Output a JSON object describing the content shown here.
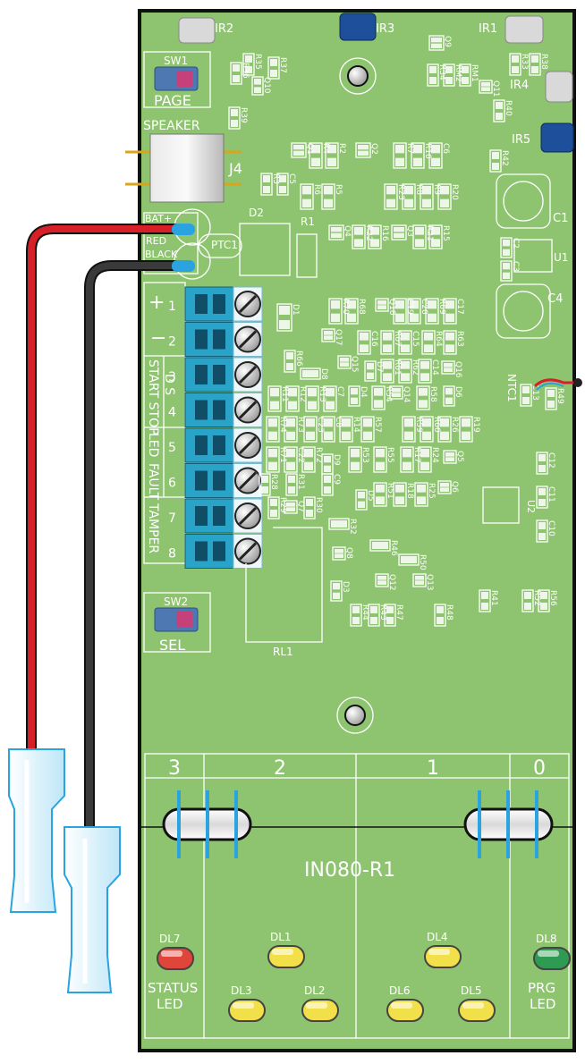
{
  "board": {
    "name": "IN080-R1",
    "pcb_color": "#8ec46f",
    "border_color": "#111111"
  },
  "switches": {
    "sw1": {
      "ref": "SW1",
      "label": "PAGE"
    },
    "sw2": {
      "ref": "SW2",
      "label": "SEL"
    }
  },
  "ir": {
    "ir1": "IR1",
    "ir2": "IR2",
    "ir3": "IR3",
    "ir4": "IR4",
    "ir5": "IR5"
  },
  "speaker": {
    "label": "SPEAKER",
    "connector": "J4"
  },
  "battery": {
    "bat_label": "BAT+",
    "red_label": "RED",
    "black_label": "BLACK",
    "red_wire": "#d61f26",
    "black_wire": "#3a3a3a",
    "terminal_color": "#cfeeff"
  },
  "ptc": "PTC1",
  "terminals": [
    {
      "num": "1",
      "group": "+"
    },
    {
      "num": "2",
      "group": "−"
    },
    {
      "num": "3",
      "group": "START STOP"
    },
    {
      "num": "4",
      "group": "D S"
    },
    {
      "num": "5",
      "group": "LED"
    },
    {
      "num": "6",
      "group": "FAULT"
    },
    {
      "num": "7",
      "group": "TAMPER"
    },
    {
      "num": "8",
      "group": ""
    }
  ],
  "terminal_color": "#2aa3c8",
  "components": {
    "caps": [
      "C1",
      "C2",
      "C3",
      "C4",
      "C5",
      "C6",
      "C7",
      "C8",
      "C9",
      "C10",
      "C11",
      "C12",
      "C13",
      "C14",
      "C15",
      "C16",
      "C17",
      "C19",
      "C20",
      "C21",
      "C22",
      "C23"
    ],
    "resistors": [
      "R1",
      "R2",
      "R3",
      "R4",
      "R5",
      "R6",
      "R7",
      "R8",
      "R9",
      "R10",
      "R11",
      "R12",
      "R13",
      "R14",
      "R15",
      "R16",
      "R17",
      "R18",
      "R19",
      "R20",
      "R21",
      "R22",
      "R23",
      "R24",
      "R25",
      "R26",
      "R28",
      "R29",
      "R30",
      "R31",
      "R32",
      "R33",
      "R34",
      "R35",
      "R36",
      "R37",
      "R38",
      "R39",
      "R40",
      "R41",
      "R42",
      "R43",
      "R44",
      "R46",
      "R47",
      "R48",
      "R49",
      "R50",
      "R51",
      "R52",
      "R53",
      "R54",
      "R55",
      "R56",
      "R57",
      "R58",
      "R59",
      "R60",
      "R61",
      "R62",
      "R63",
      "R64",
      "R65",
      "R66",
      "R67",
      "R68",
      "R69",
      "R70",
      "R71",
      "R72",
      "R73",
      "R74",
      "RM1",
      "RM2"
    ],
    "transistors": [
      "Q1",
      "Q2",
      "Q3",
      "Q4",
      "Q5",
      "Q6",
      "Q7",
      "Q8",
      "Q9",
      "Q10",
      "Q11",
      "Q12",
      "Q13",
      "Q14",
      "Q15",
      "Q16",
      "Q17",
      "Q18"
    ],
    "diodes": [
      "D1",
      "D2",
      "D3",
      "D4",
      "D5",
      "D6",
      "D7",
      "D8",
      "D9"
    ],
    "ics": [
      "U1",
      "U2"
    ],
    "relay": "RL1",
    "ntc": "NTC1"
  },
  "zones": [
    "3",
    "2",
    "1",
    "0"
  ],
  "leds": [
    {
      "ref": "DL1",
      "color": "#f2e04a"
    },
    {
      "ref": "DL2",
      "color": "#f2e04a"
    },
    {
      "ref": "DL3",
      "color": "#f2e04a"
    },
    {
      "ref": "DL4",
      "color": "#f2e04a"
    },
    {
      "ref": "DL5",
      "color": "#f2e04a"
    },
    {
      "ref": "DL6",
      "color": "#f2e04a"
    },
    {
      "ref": "DL7",
      "color": "#e0453a"
    },
    {
      "ref": "DL8",
      "color": "#2e9a52"
    }
  ],
  "led_labels": {
    "status": "STATUS LED",
    "prg": "PRG LED"
  }
}
